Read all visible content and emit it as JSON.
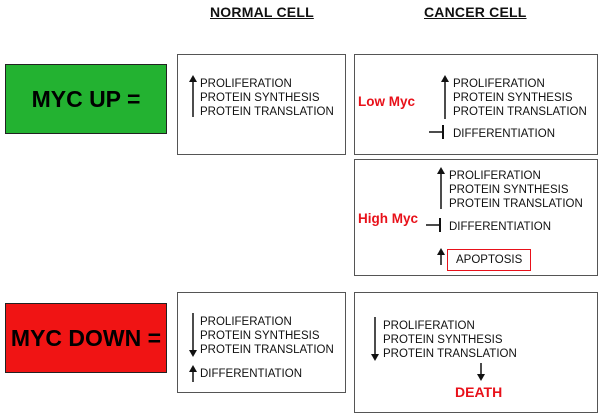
{
  "columns": {
    "normal": "NORMAL CELL",
    "cancer": "CANCER CELL"
  },
  "colors": {
    "up_box": "#23b231",
    "down_box": "#f01414",
    "highlight": "#e8111a"
  },
  "rows": {
    "up": {
      "label": "MYC UP =",
      "normal": {
        "increased": [
          "PROLIFERATION",
          "PROTEIN SYNTHESIS",
          "PROTEIN TRANSLATION"
        ]
      },
      "cancer_low": {
        "label": "Low Myc",
        "increased": [
          "PROLIFERATION",
          "PROTEIN SYNTHESIS",
          "PROTEIN TRANSLATION"
        ],
        "inhibited": "DIFFERENTIATION"
      },
      "cancer_high": {
        "label": "High Myc",
        "increased": [
          "PROLIFERATION",
          "PROTEIN SYNTHESIS",
          "PROTEIN TRANSLATION"
        ],
        "inhibited": "DIFFERENTIATION",
        "apoptosis": "APOPTOSIS"
      }
    },
    "down": {
      "label": "MYC DOWN =",
      "normal": {
        "decreased": [
          "PROLIFERATION",
          "PROTEIN SYNTHESIS",
          "PROTEIN TRANSLATION"
        ],
        "increased": "DIFFERENTIATION"
      },
      "cancer": {
        "decreased": [
          "PROLIFERATION",
          "PROTEIN SYNTHESIS",
          "PROTEIN TRANSLATION"
        ],
        "outcome": "DEATH"
      }
    }
  }
}
